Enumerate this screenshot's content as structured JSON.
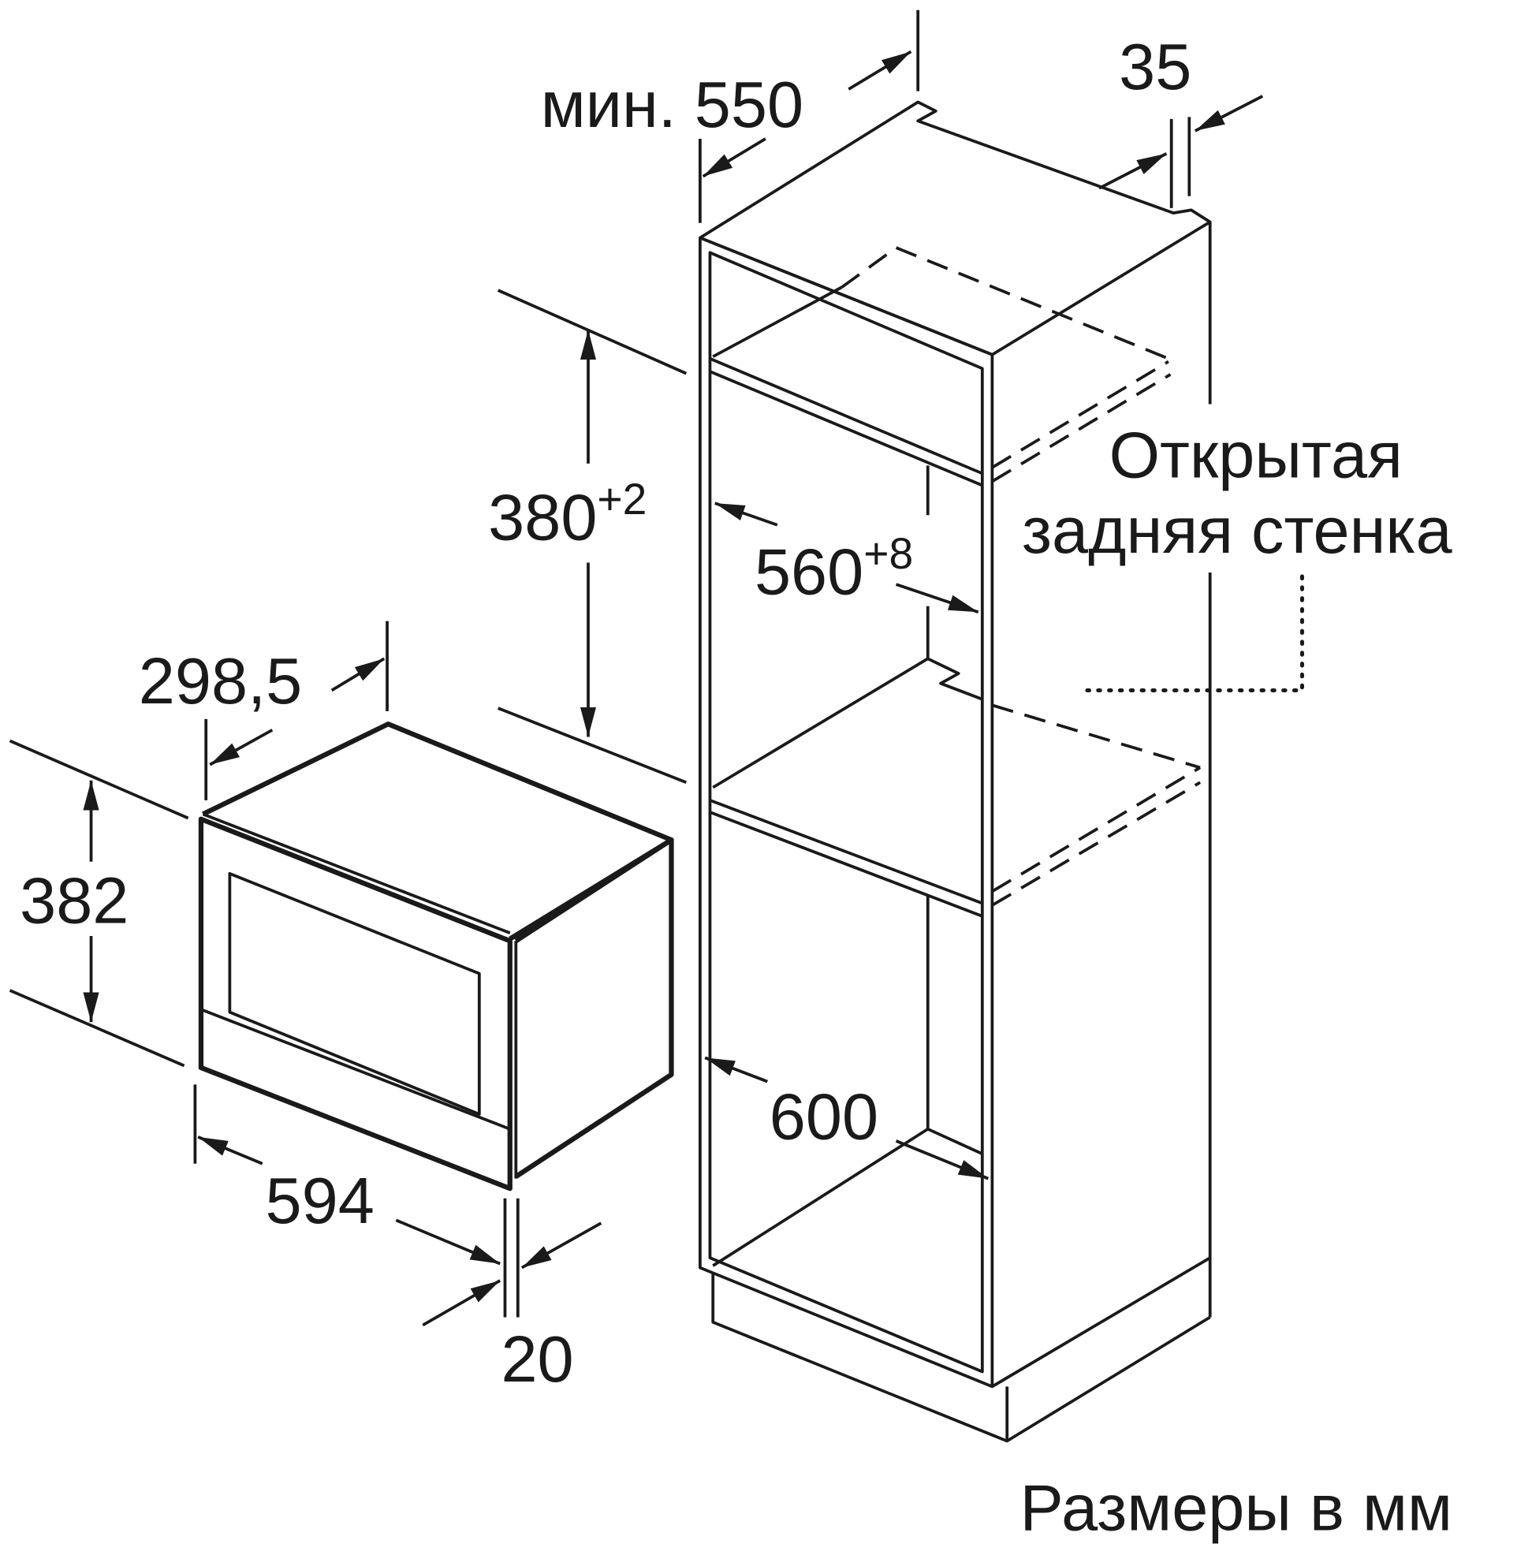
{
  "units_note": "Размеры в мм",
  "open_back_label": [
    "Открытая",
    "задняя стенка"
  ],
  "microwave": {
    "depth": "298,5",
    "height": "382",
    "width": "594",
    "front_overhang": "20"
  },
  "cabinet": {
    "min_depth": "мин. 550",
    "side_thickness": "35",
    "niche_height": "380",
    "niche_height_tol": "+2",
    "niche_width": "560",
    "niche_width_tol": "+8",
    "cabinet_width": "600"
  }
}
